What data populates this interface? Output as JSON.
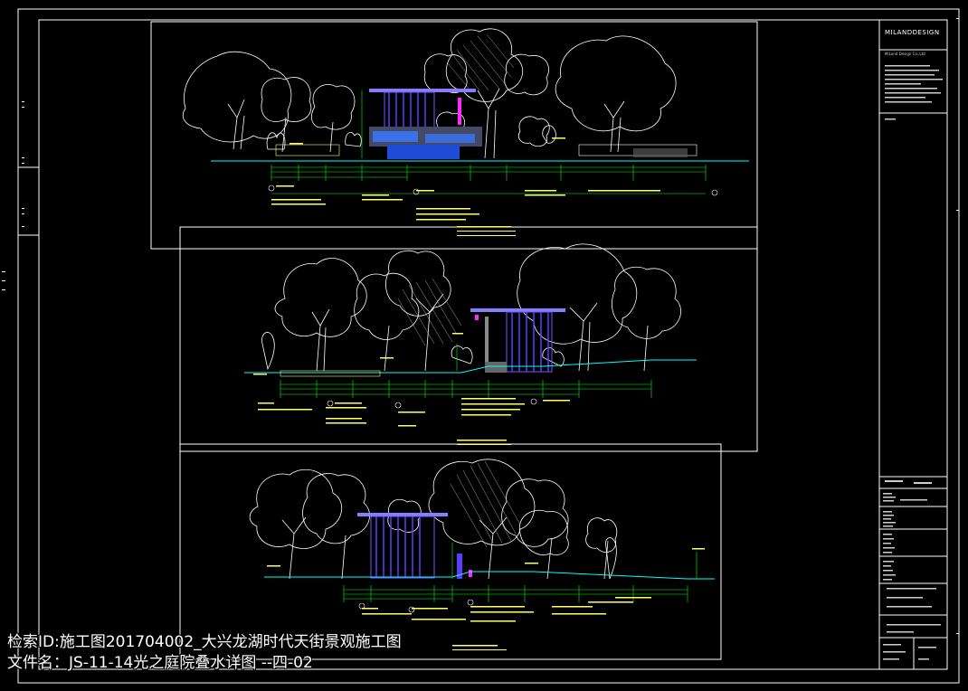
{
  "window": {
    "background": "#000000"
  },
  "colors": {
    "frame": "#ffffff",
    "tree": "#ffffff",
    "ground": "#00ffff",
    "dimension": "#00ff00",
    "label": "#ffff66",
    "pergola": "#5a3cff",
    "pergola_beam": "#8a7cff",
    "water": "#3a78ff",
    "accent": "#ff2aff"
  },
  "titleblock": {
    "logo": "MILANDDESIGN",
    "company": "MiLand Design Co.,Ltd"
  },
  "views": [
    {
      "name": "elevation-1",
      "title": "光之庭院叠水立面图 1-1"
    },
    {
      "name": "elevation-2",
      "title": "光之庭院叠水立面图 2-2"
    },
    {
      "name": "elevation-3",
      "title": "光之庭院叠水立面图 3-3"
    }
  ],
  "caption": {
    "line1": "检索ID:施工图201704002_大兴龙湖时代天街景观施工图",
    "line2": "文件名：JS-11-14光之庭院叠水详图 --四-02"
  }
}
